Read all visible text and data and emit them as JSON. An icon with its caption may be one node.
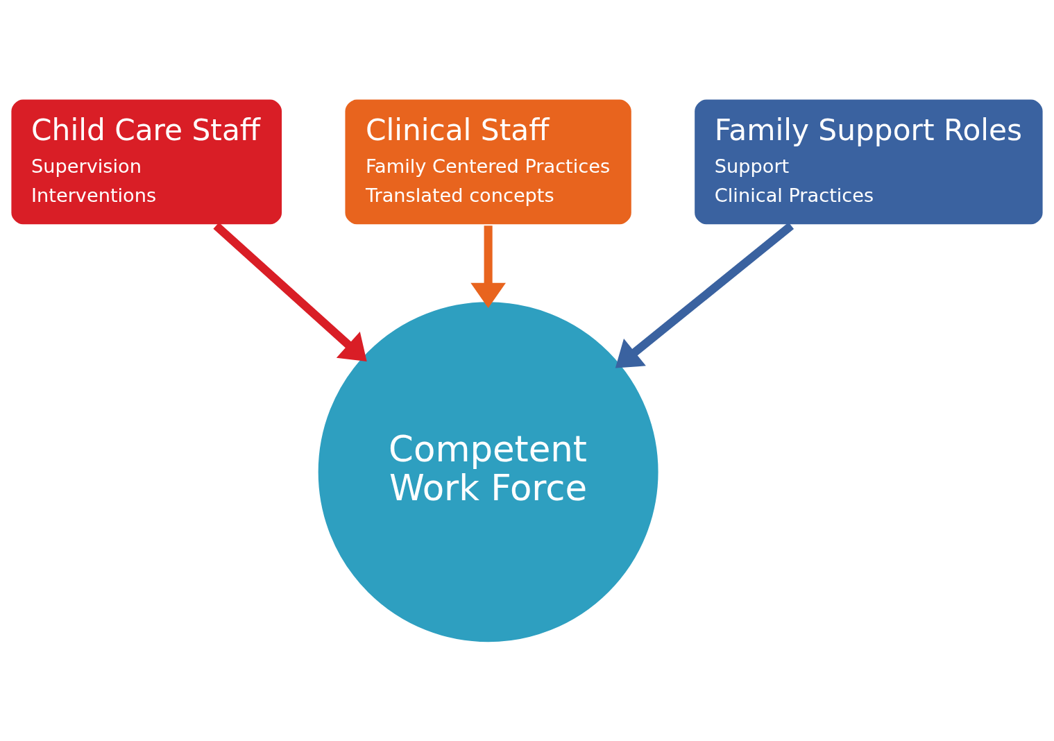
{
  "diagram": {
    "nodes": [
      {
        "text": [
          "Child Care Staff",
          "Supervision",
          "Interventions"
        ]
      },
      {
        "text": [
          "Clinical Staff",
          "Family Centered Practices",
          "Translated concepts"
        ]
      },
      {
        "text": [
          "Family Support Roles",
          "Support",
          "Clinical Practices"
        ]
      },
      {
        "text": [
          "Competent Work Force"
        ]
      }
    ],
    "edges": [
      {
        "from": 0,
        "to": 3,
        "arrow": "to",
        "color": "#d91e26"
      },
      {
        "from": 1,
        "to": 3,
        "arrow": "to",
        "color": "#e8641e"
      },
      {
        "from": 2,
        "to": 3,
        "arrow": "to",
        "color": "#3a62a0"
      }
    ]
  }
}
